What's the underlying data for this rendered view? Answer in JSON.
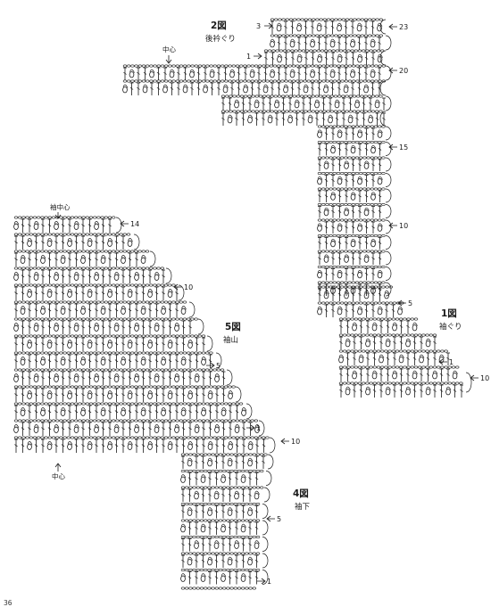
{
  "page_number": "36",
  "ink_color": "#1a1a1a",
  "paper_color": "#ffffff",
  "figures": [
    {
      "id": "fig1",
      "title": "1図",
      "subtitle": "袖ぐり",
      "row_numbers": [
        "1",
        "5",
        "10",
        "15",
        "20"
      ]
    },
    {
      "id": "fig2",
      "title": "2図",
      "subtitle": "後衿ぐり",
      "row_numbers": [
        "1",
        "3",
        "23"
      ],
      "center_label": "中心"
    },
    {
      "id": "fig4",
      "title": "4図",
      "subtitle": "袖下",
      "row_numbers": [
        "1",
        "5",
        "10"
      ]
    },
    {
      "id": "fig5",
      "title": "5図",
      "subtitle": "袖山",
      "row_numbers": [
        "1",
        "5",
        "10",
        "14"
      ],
      "center_label_top": "袖中心",
      "center_label_bottom": "中心"
    }
  ],
  "symbols": [
    "chain-stitch",
    "double-crochet",
    "shell-stitch",
    "turning-chain"
  ]
}
